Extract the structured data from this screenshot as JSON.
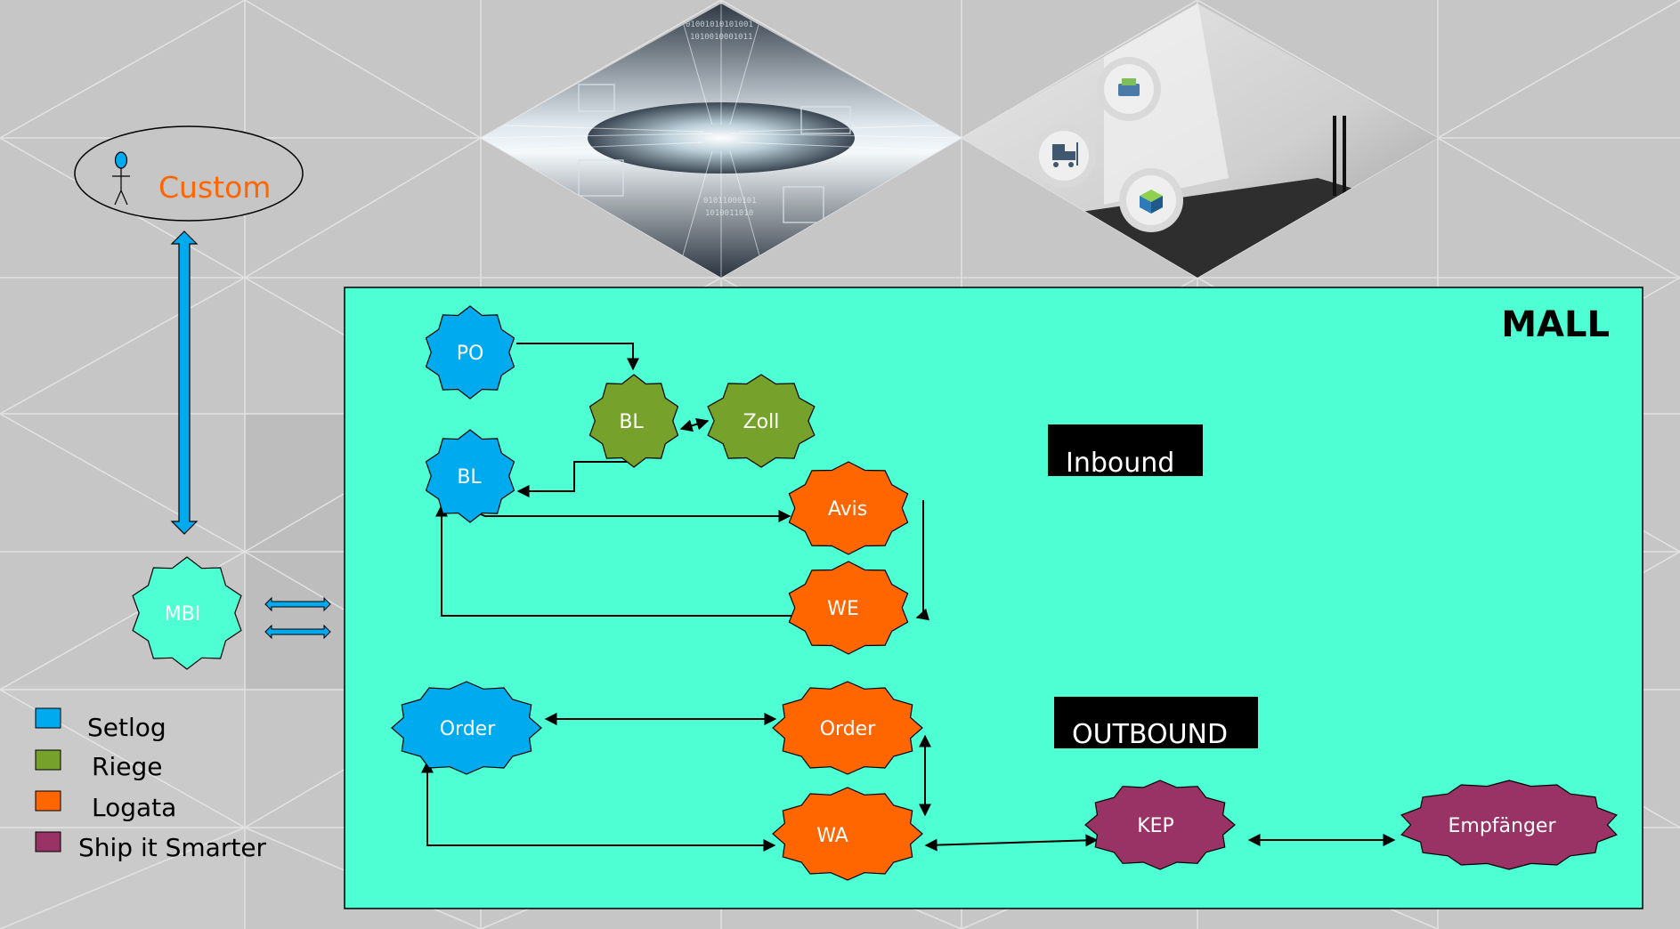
{
  "actor": {
    "label": "Custom"
  },
  "mall": {
    "title": "MALL"
  },
  "sections": {
    "inbound": "Inbound",
    "outbound": "OUTBOUND"
  },
  "nodes": {
    "po": "PO",
    "bl_green": "BL",
    "zoll": "Zoll",
    "bl_blue": "BL",
    "avis": "Avis",
    "we": "WE",
    "mbi": "MBI",
    "order_blue": "Order",
    "order_orange": "Order",
    "wa": "WA",
    "kep": "KEP",
    "empfaenger": "Empfänger"
  },
  "legend": [
    {
      "label": "Setlog",
      "color": "#00aaee"
    },
    {
      "label": "Riege",
      "color": "#76a12a"
    },
    {
      "label": "Logata",
      "color": "#ff6600"
    },
    {
      "label": "Ship it Smarter",
      "color": "#993366"
    }
  ],
  "colors": {
    "setlog": "#00aaee",
    "riege": "#76a12a",
    "logata": "#ff6600",
    "shipit": "#993366",
    "mall_bg": "#4dffd2",
    "mbi": "#4dffd2",
    "actor_text": "#ff6600"
  },
  "decor": {
    "binary_lines": [
      "01001010101001",
      "1010010001011",
      "01011000101",
      "1010011010"
    ],
    "icons": [
      "printer-icon",
      "forklift-icon",
      "cube-icon"
    ]
  }
}
